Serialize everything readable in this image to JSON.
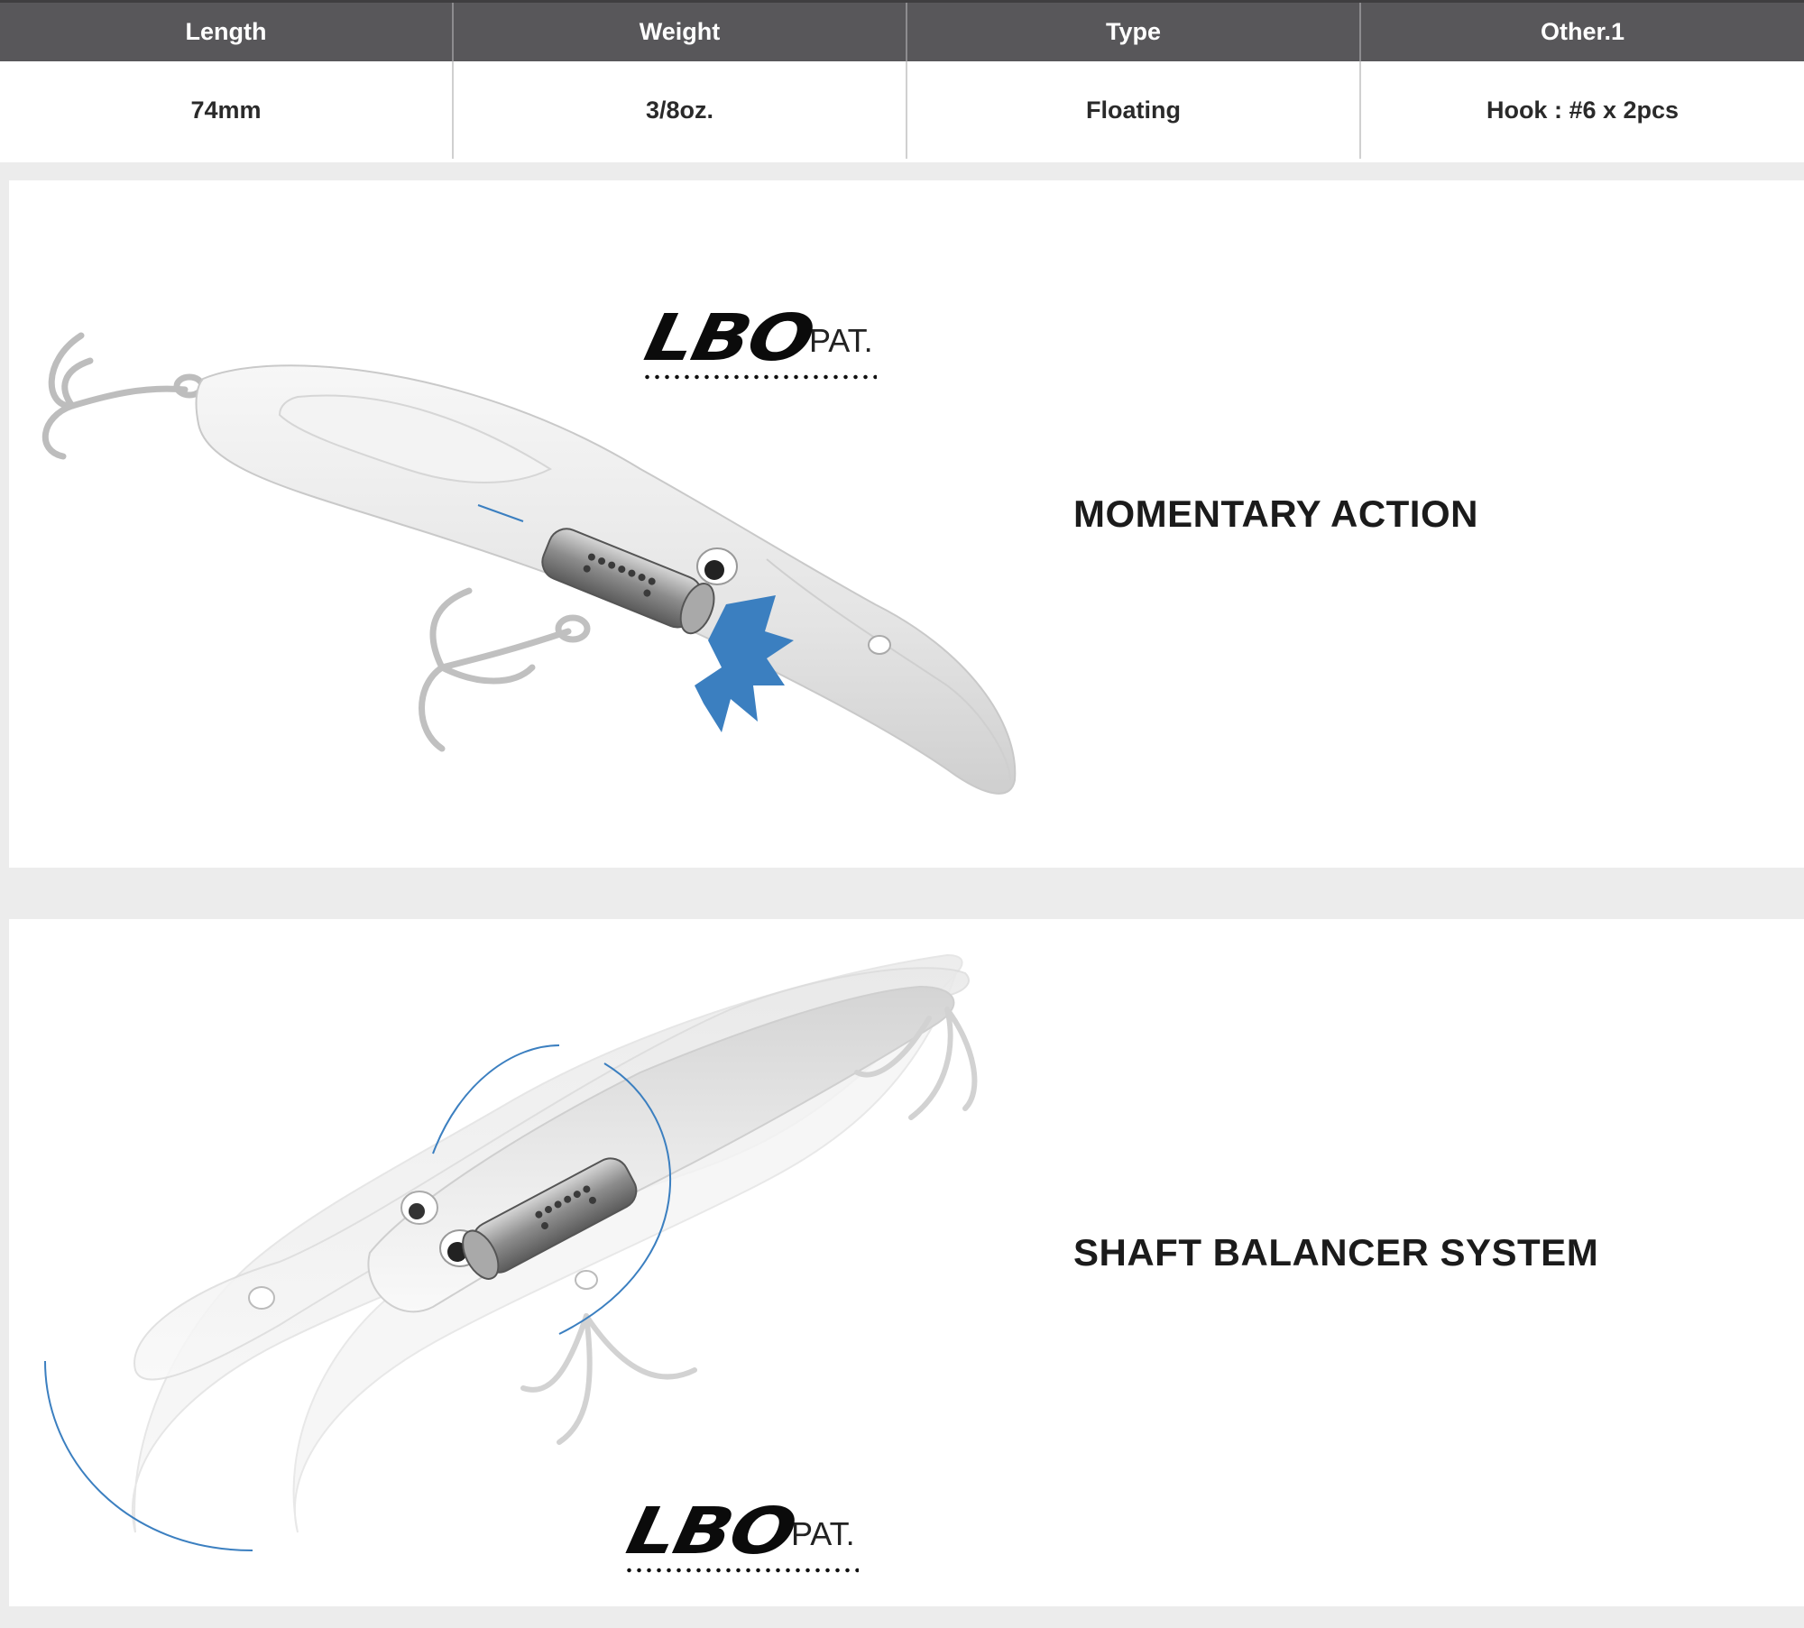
{
  "spec_table": {
    "headers": [
      "Length",
      "Weight",
      "Type",
      "Other.1"
    ],
    "values": [
      "74mm",
      "3/8oz.",
      "Floating",
      "Hook : #6 x 2pcs"
    ]
  },
  "features": [
    {
      "title": "MOMENTARY ACTION",
      "logo_text": "LBO",
      "logo_suffix": "PAT."
    },
    {
      "title": "SHAFT BALANCER SYSTEM",
      "logo_text": "LBO",
      "logo_suffix": "PAT."
    }
  ],
  "colors": {
    "header_bg": "#58575a",
    "accent_blue": "#3b7fc0",
    "background": "#ececec"
  },
  "icons": {
    "illustration_1": "fishing-lure-illustration",
    "illustration_2": "fishing-lure-motion-illustration"
  }
}
